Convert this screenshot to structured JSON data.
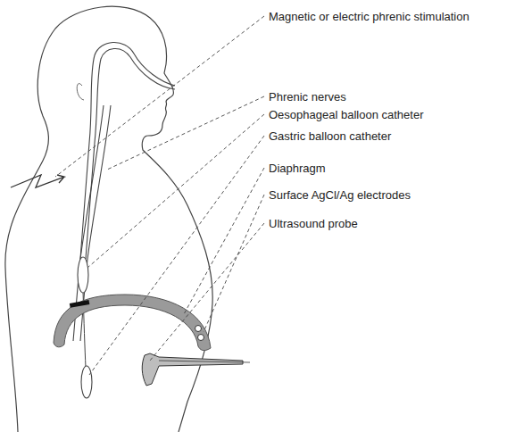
{
  "diagram": {
    "labels": [
      "Magnetic or electric phrenic stimulation",
      "Phrenic nerves",
      "Oesophageal balloon catheter",
      "Gastric balloon catheter",
      "Diaphragm",
      "Surface AgCl/Ag electrodes",
      "Ultrasound probe"
    ]
  }
}
